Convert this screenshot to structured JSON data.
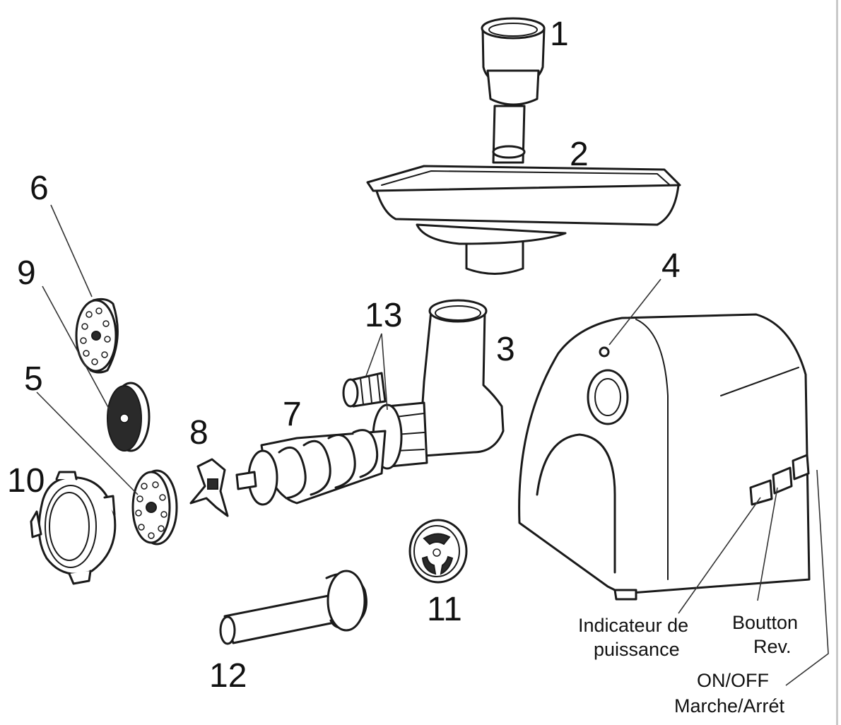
{
  "part_numbers": {
    "p1": "1",
    "p2": "2",
    "p3": "3",
    "p4": "4",
    "p5": "5",
    "p6": "6",
    "p7": "7",
    "p8": "8",
    "p9": "9",
    "p10": "10",
    "p11": "11",
    "p12": "12",
    "p13": "13"
  },
  "controls": {
    "power_indicator_line1": "Indicateur de",
    "power_indicator_line2": "puissance",
    "reverse_button_line1": "Boutton",
    "reverse_button_line2": "Rev.",
    "onoff_line1": "ON/OFF",
    "onoff_line2": "Marche/Arrét"
  }
}
